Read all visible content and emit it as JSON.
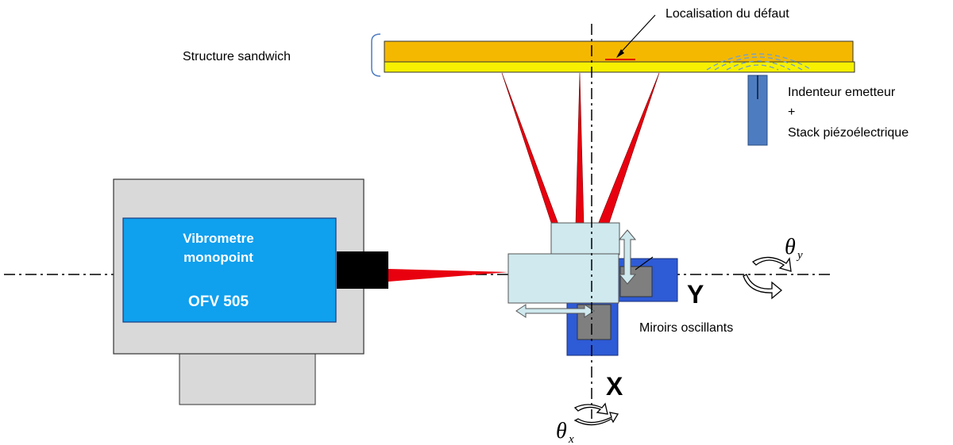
{
  "labels": {
    "sandwich": "Structure sandwich",
    "defect": "Localisation du défaut",
    "indenter_line1": "Indenteur  emetteur",
    "indenter_plus": "+",
    "indenter_line2": "Stack piézoélectrique",
    "vibrometer_line1": "Vibrometre",
    "vibrometer_line2": "monopoint",
    "vibrometer_model": "OFV 505",
    "mirrors": "Miroirs oscillants",
    "axis_x": "X",
    "axis_y": "Y",
    "theta_symbol": "θ",
    "theta_x_sub": "x",
    "theta_y_sub": "y"
  },
  "colors": {
    "sandwich_top": "#f5b800",
    "sandwich_bottom": "#f7f000",
    "laser": "#e8000f",
    "vibrometer_housing": "#d9d9d9",
    "vibrometer_panel": "#0fa0ee",
    "lens": "#000000",
    "mirror_block": "#cfe9ee",
    "mirror_mount": "#2e5bd6",
    "mirror_plate": "#7f7f7f",
    "indenter": "#4e7cc1"
  }
}
